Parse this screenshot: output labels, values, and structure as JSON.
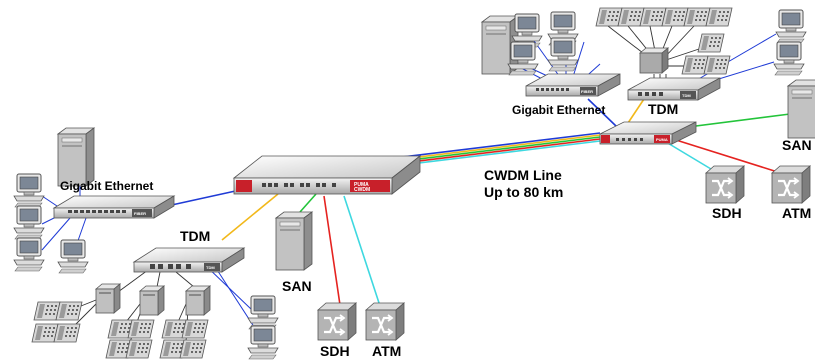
{
  "labels": {
    "gige_left": "Gigabit Ethernet",
    "gige_top": "Gigabit Ethernet",
    "tdm_center": "TDM",
    "tdm_top": "TDM",
    "san_center": "SAN",
    "san_right": "SAN",
    "sdh_center": "SDH",
    "atm_center": "ATM",
    "sdh_right": "SDH",
    "atm_right": "ATM",
    "cwdm_line": "CWDM Line",
    "distance": "Up to 80 km"
  },
  "device_marks": {
    "mux_main": "PUMA",
    "mux_main_sub": "CWDM",
    "mux_remote": "PUMA",
    "switch_left": "FIBER",
    "tdm_left": "TDM",
    "switch_top": "FIBER",
    "tdm_top_mark": "TDM"
  },
  "colors": {
    "ethernet": "#1f3bd6",
    "tdm": "#f2b81a",
    "san": "#23c43a",
    "sdh": "#e52320",
    "atm": "#3ed8e0",
    "device_red": "#c8202a"
  },
  "icons": {
    "pc": "desktop-computer-icon",
    "server": "tower-server-icon",
    "phone": "telephone-icon",
    "pbx": "pbx-cabinet-icon",
    "switch": "ethernet-switch-icon",
    "sdh_atm": "cross-connect-switch-icon"
  }
}
